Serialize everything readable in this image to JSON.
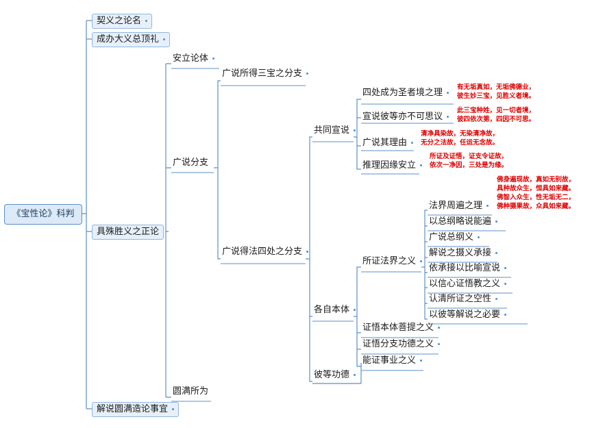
{
  "root": "《宝性论》科判",
  "level1": [
    "契义之论名",
    "成办大义总顶礼",
    "具殊胜义之正论",
    "解说圆满造论事宜"
  ],
  "level2": [
    "安立论体",
    "广说分支",
    "圆满所为"
  ],
  "level3": [
    "广说所得三宝之分支",
    "广说得法四处之分支"
  ],
  "level4": [
    "共同宣说",
    "各自本体",
    "彼等功德"
  ],
  "shared": [
    "四处成为圣者境之理",
    "宣说彼等亦不可思议",
    "广说其理由",
    "推理因缘安立"
  ],
  "individual": [
    "所证法界之义",
    "证悟本体菩提之义",
    "证悟分支功德之义",
    "能证事业之义"
  ],
  "dharmadhatu": [
    "法界周遍之理",
    "以总纲略说能遍",
    "广说总纲义",
    "解说之摄义承接",
    "依承接以比喻宣说",
    "以信心证悟教之义",
    "认清所证之空性",
    "以彼等解说之必要"
  ],
  "notes": {
    "n1": [
      "有无垢真如，无垢佛德业，",
      "彼生妙三宝，见胜义者境。"
    ],
    "n2": [
      "此三宝种姓，见一切者境，",
      "彼四依次第，四因不可思。"
    ],
    "n3": [
      "清净具染故，无染清净故，",
      "无分之法故，任运无念故。"
    ],
    "n4": [
      "所证及证悟，证支令证故，",
      "依次一净因，三处是为缘。"
    ],
    "n5": [
      "佛身遍现故，真如无别故，",
      "具种故众生，恒具如来藏。",
      "佛智入众生，性无垢无二，",
      "佛种摄果故，众具如来藏。"
    ]
  },
  "colors": {
    "line": "#5b8fc7",
    "note": "#e00000",
    "box_fill": "#e7f0fa"
  }
}
